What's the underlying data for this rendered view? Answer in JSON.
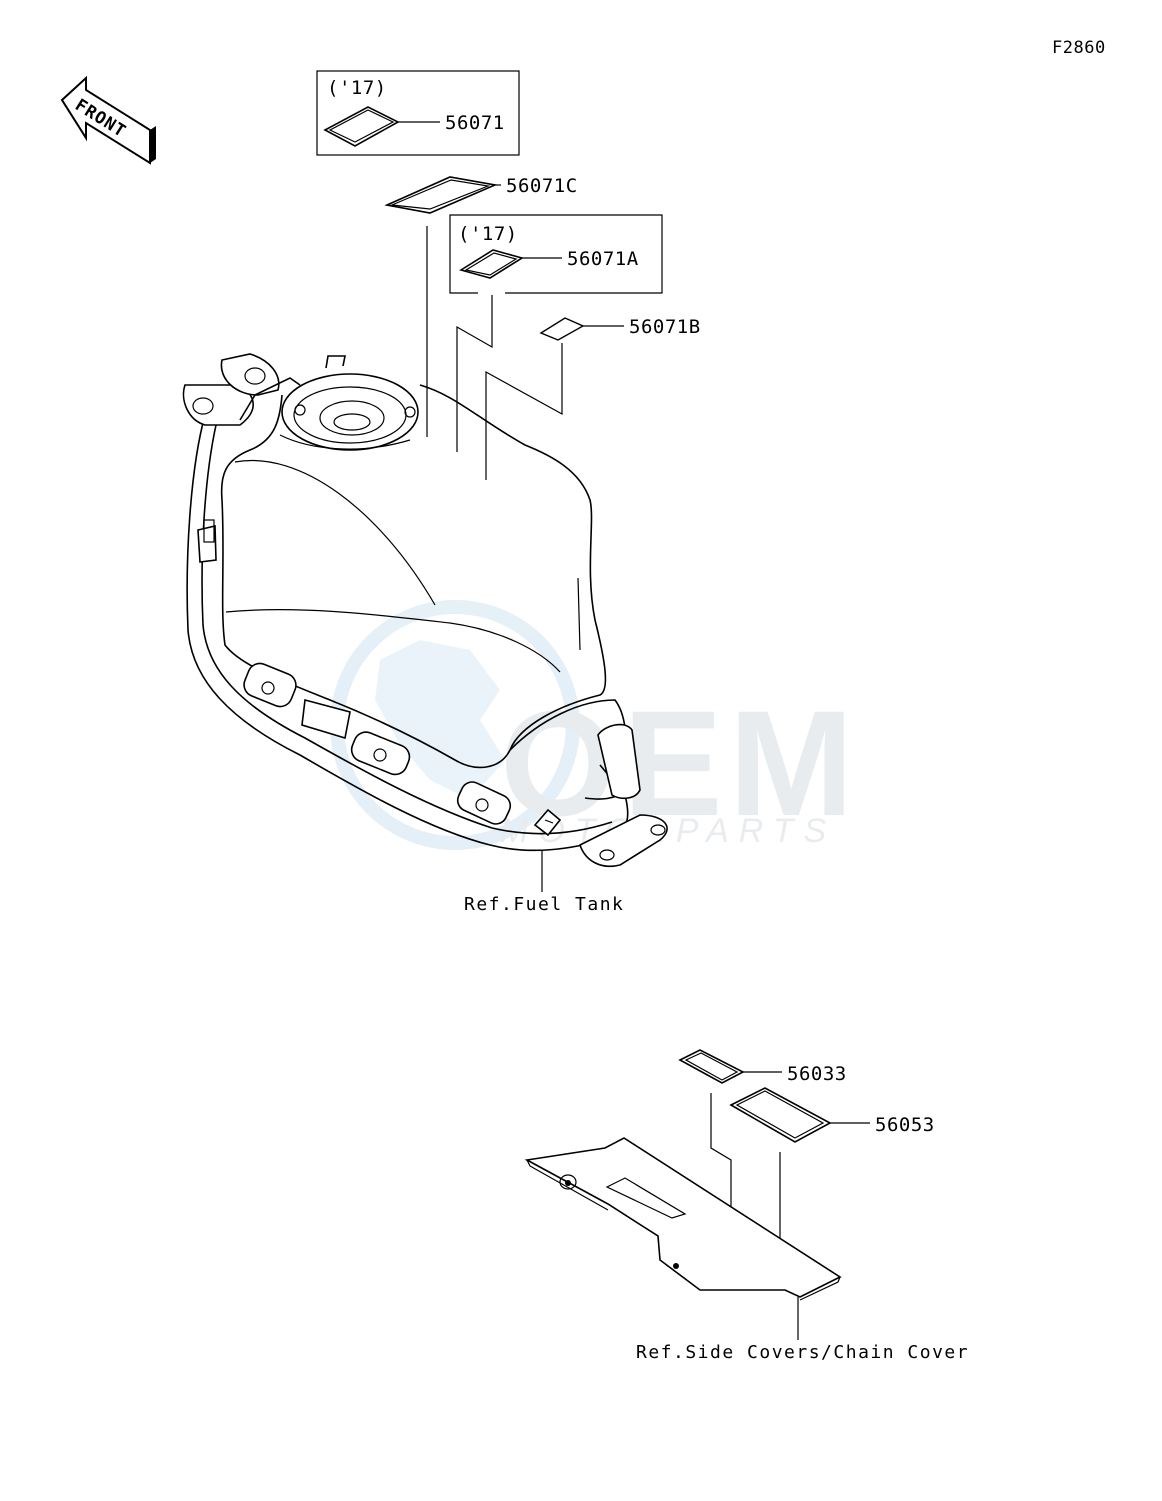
{
  "figure_code": "F2860",
  "front_arrow_label": "FRONT",
  "watermark": {
    "logo_text": "OEM",
    "sub_text": "MOTORPARTS",
    "color": "#cfe3f1"
  },
  "callouts": {
    "c56071": {
      "year_note": "('17)",
      "part_number": "56071"
    },
    "c56071c": {
      "part_number": "56071C"
    },
    "c56071a": {
      "year_note": "('17)",
      "part_number": "56071A"
    },
    "c56071b": {
      "part_number": "56071B"
    },
    "c56033": {
      "part_number": "56033"
    },
    "c56053": {
      "part_number": "56053"
    }
  },
  "references": {
    "fuel_tank": "Ref.Fuel Tank",
    "side_covers": "Ref.Side Covers/Chain Cover"
  }
}
